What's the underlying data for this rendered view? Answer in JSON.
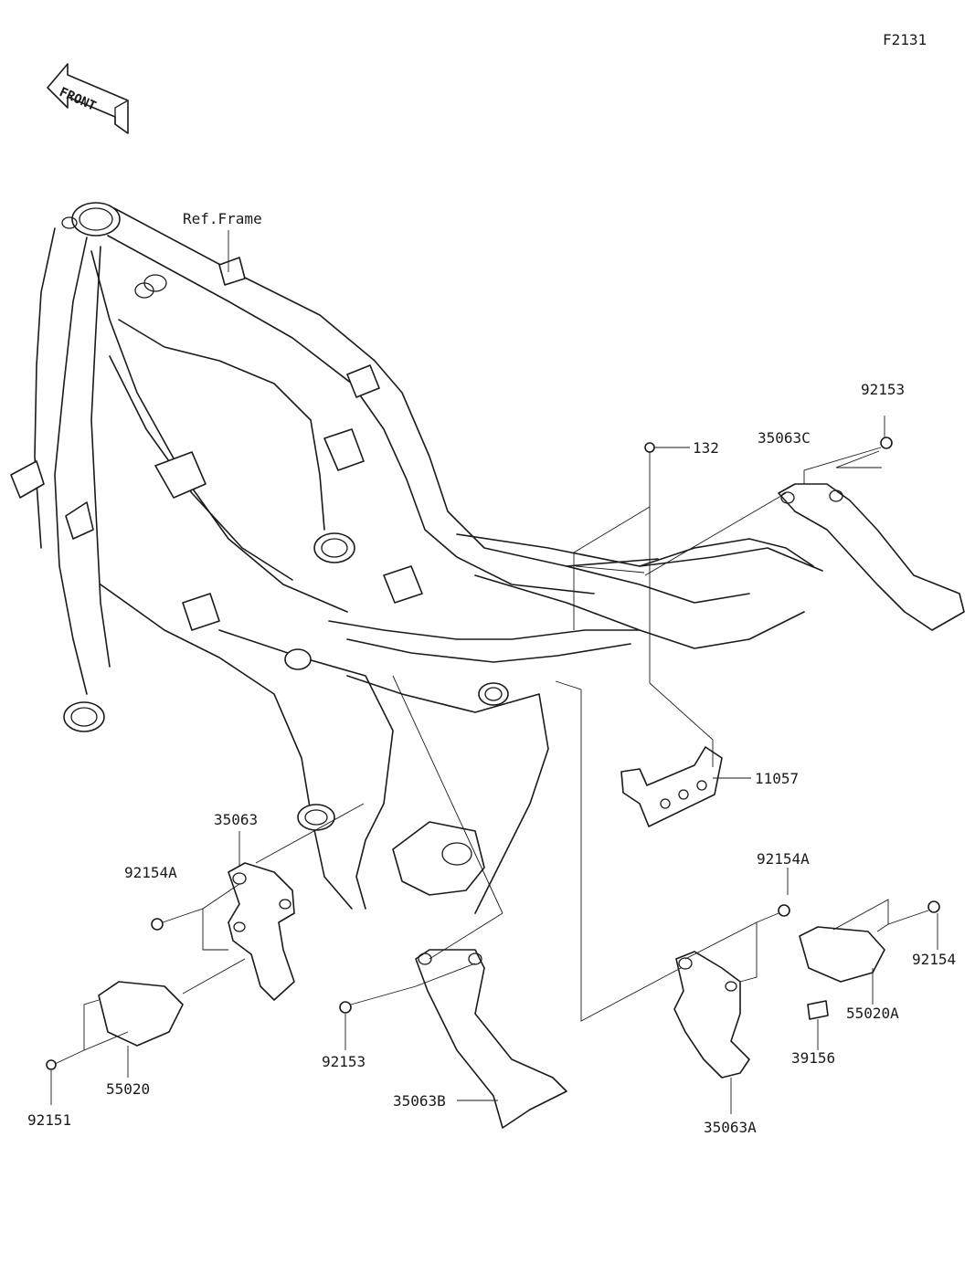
{
  "diagram": {
    "figure_code": "F2131",
    "front_badge": "FRONT",
    "callouts": {
      "ref_frame": "Ref.Frame",
      "p132": "132",
      "p92153_top": "92153",
      "p35063C": "35063C",
      "p11057": "11057",
      "p35063": "35063",
      "p92154A_left": "92154A",
      "p92154A_right": "92154A",
      "p92154": "92154",
      "p55020A": "55020A",
      "p39156": "39156",
      "p35063A": "35063A",
      "p92153_bottom": "92153",
      "p35063B": "35063B",
      "p55020": "55020",
      "p92151": "92151"
    }
  }
}
